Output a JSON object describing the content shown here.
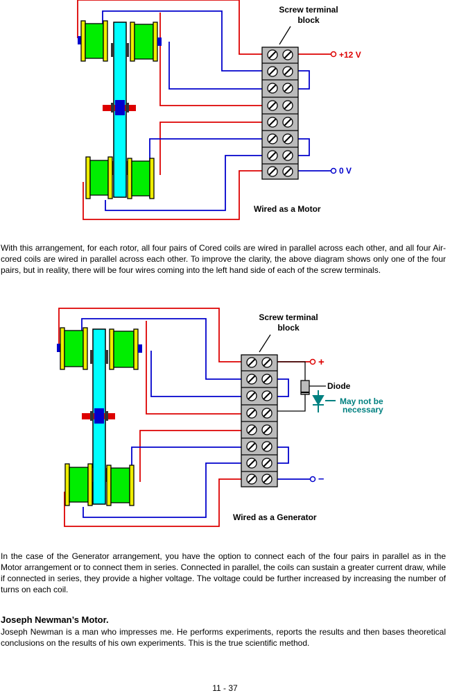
{
  "motor_diagram": {
    "terminal_block_label_1": "Screw terminal",
    "terminal_block_label_2": "block",
    "positive_label": "+12 V",
    "negative_label": "0 V",
    "caption": "Wired as a Motor"
  },
  "paragraph_1": "With this arrangement, for each rotor, all four pairs of Cored coils are wired in parallel across each other, and all four Air-cored coils are wired in parallel across each other.  To improve the clarity, the above diagram shows only one of the four pairs, but in reality, there will be four wires coming into the left hand side of each of the screw terminals.",
  "generator_diagram": {
    "terminal_block_label_1": "Screw terminal",
    "terminal_block_label_2": "block",
    "positive_label": "+",
    "negative_label": "–",
    "diode_label": "Diode",
    "note_line_1": "May not be",
    "note_line_2": "necessary",
    "caption": "Wired as a Generator"
  },
  "paragraph_2": "In the case of the Generator arrangement, you have the option to connect each of the four pairs in parallel as in the Motor arrangement or to connect them in series.  Connected in parallel, the coils can sustain a greater current draw, while if connected in series, they provide a higher voltage.  The voltage could be further increased by increasing the number of turns on each coil.",
  "section_heading": "Joseph Newman’s Motor.",
  "paragraph_3": "Joseph Newman is a man who impresses me.  He performs experiments, reports the results and then bases theoretical conclusions on the results of his own experiments.  This is the true scientific method.",
  "page_number": "11 - 37",
  "colors": {
    "red_wire": "#dd0000",
    "blue_wire": "#0000cc",
    "coil": "#00ee00",
    "coil_flange": "#eeee00",
    "shaft": "#00ffff",
    "teal_note": "#008080"
  }
}
